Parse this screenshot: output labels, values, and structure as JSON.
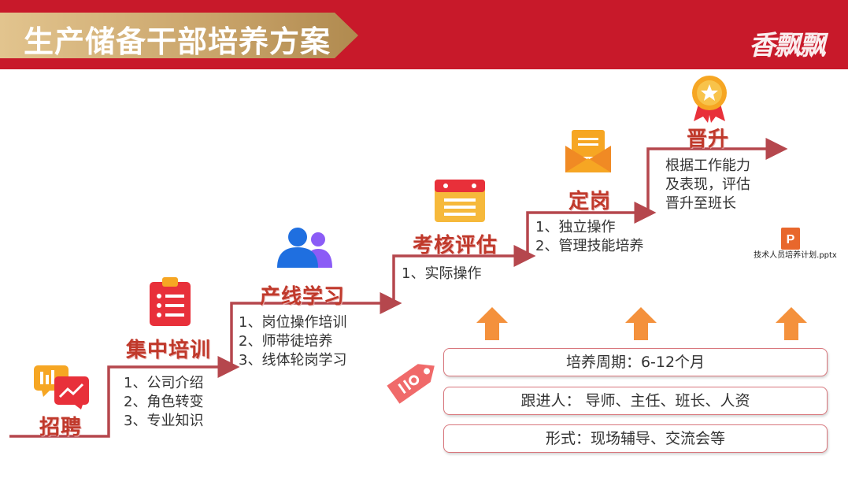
{
  "header": {
    "title": "生产储备干部培养方案",
    "brand": "香飘飘"
  },
  "stages": {
    "recruit": {
      "title": "招聘"
    },
    "training": {
      "title": "集中培训",
      "items": [
        "1、公司介绍",
        "2、角色转变",
        "3、专业知识"
      ]
    },
    "line": {
      "title": "产线学习",
      "items": [
        "1、岗位操作培训",
        "2、师带徒培养",
        "3、线体轮岗学习"
      ]
    },
    "assess": {
      "title": "考核评估",
      "items": [
        "1、实际操作"
      ]
    },
    "post": {
      "title": "定岗",
      "items": [
        "1、独立操作",
        "2、管理技能培养"
      ]
    },
    "promote": {
      "title": "晋升",
      "items": [
        "根据工作能力",
        "及表现，评估",
        "晋升至班长"
      ]
    }
  },
  "info": {
    "period": "培养周期：6-12个月",
    "follow": "跟进人： 导师、主任、班长、人资",
    "form": "形式：现场辅导、交流会等"
  },
  "attachment": {
    "label": "技术人员培养计划.pptx"
  },
  "colors": {
    "header_red": "#c8192a",
    "gold": "#c9a46a",
    "step_line": "#b5474d",
    "stage_title": "#c0392b",
    "up_arrow": "#f4913c"
  },
  "icons": [
    "chart-badge-icon",
    "checklist-icon",
    "people-icon",
    "calendar-icon",
    "envelope-icon",
    "medal-icon",
    "tag-icon",
    "powerpoint-file-icon",
    "up-arrow-icon"
  ]
}
